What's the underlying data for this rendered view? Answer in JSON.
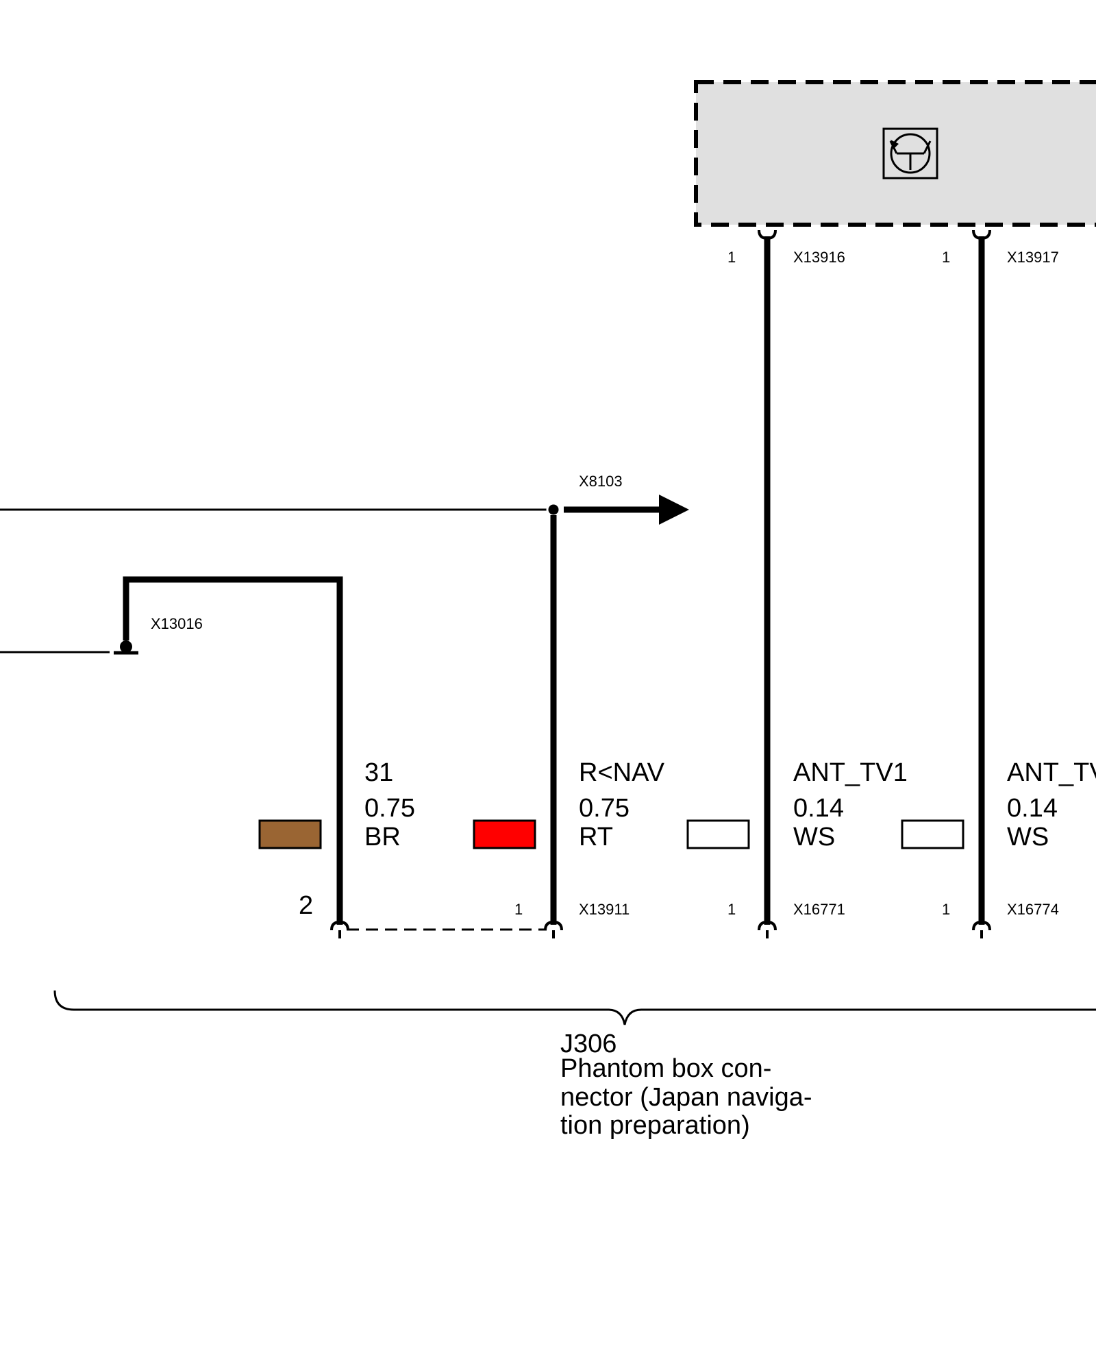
{
  "colors": {
    "background": "#ffffff",
    "line": "#000000",
    "module_fill": "#e0e0e0",
    "brown": "#9a6533",
    "red": "#ff0000",
    "white": "#ffffff"
  },
  "module": {
    "icon": "transistor-symbol-icon",
    "pins": [
      {
        "pin": "1",
        "connector": "X13916"
      },
      {
        "pin": "1",
        "connector": "X13917"
      }
    ]
  },
  "splice": {
    "label": "X8103",
    "arrow_icon": "arrow-right-icon"
  },
  "ground": {
    "label": "X13016"
  },
  "wires": [
    {
      "signal": "31",
      "gauge": "0.75",
      "color_code": "BR",
      "swatch": "#9a6533",
      "pin": "2",
      "connector": ""
    },
    {
      "signal": "R<NAV",
      "gauge": "0.75",
      "color_code": "RT",
      "swatch": "#ff0000",
      "pin": "1",
      "connector": "X13911"
    },
    {
      "signal": "ANT_TV1",
      "gauge": "0.14",
      "color_code": "WS",
      "swatch": "#ffffff",
      "pin": "1",
      "connector": "X16771"
    },
    {
      "signal": "ANT_TV",
      "gauge": "0.14",
      "color_code": "WS",
      "swatch": "#ffffff",
      "pin": "1",
      "connector": "X16774"
    }
  ],
  "connector": {
    "id": "J306",
    "description_lines": [
      "Phantom box con-",
      "nector (Japan naviga-",
      "tion preparation)"
    ]
  }
}
